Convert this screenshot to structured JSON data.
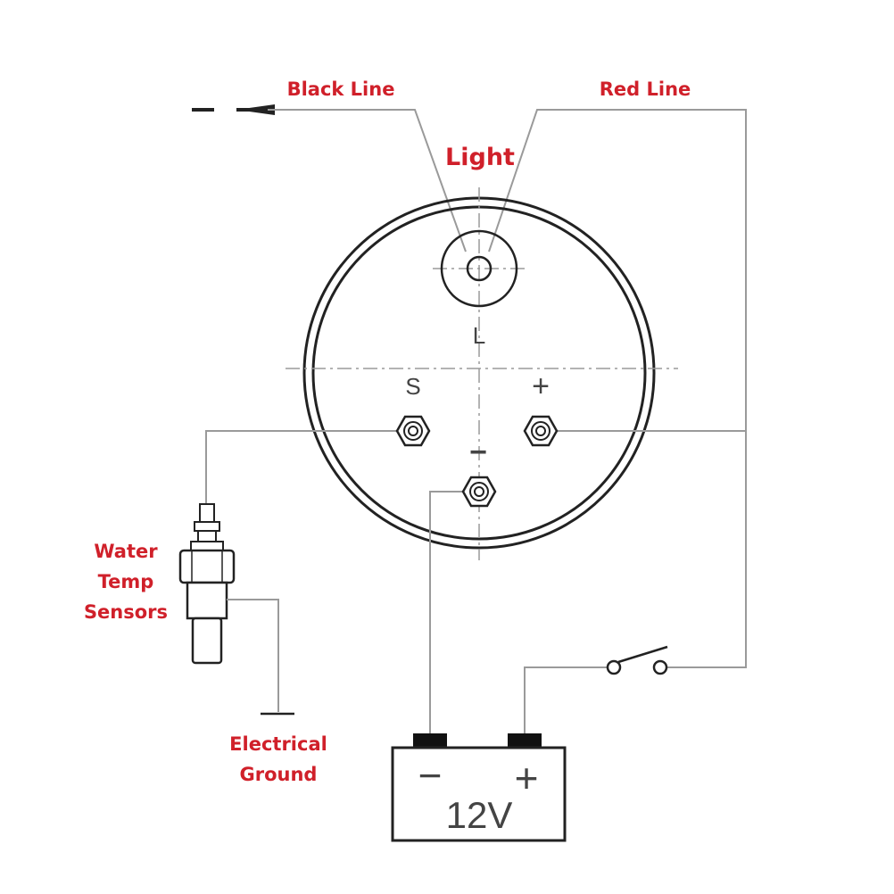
{
  "labels": {
    "black_line": "Black Line",
    "red_line": "Red Line",
    "light": "Light",
    "water_temp": [
      "Water",
      "Temp",
      "Sensors"
    ],
    "ground": [
      "Electrical",
      "Ground"
    ]
  },
  "gauge": {
    "terminal_light": "L",
    "terminal_signal": "S",
    "terminal_positive": "+",
    "terminal_negative": "−"
  },
  "battery": {
    "minus": "−",
    "plus": "+",
    "voltage": "12V"
  },
  "colors": {
    "label_red": "#d0202a",
    "wire_gray": "#9a9a9a",
    "line_dark": "#333333"
  }
}
